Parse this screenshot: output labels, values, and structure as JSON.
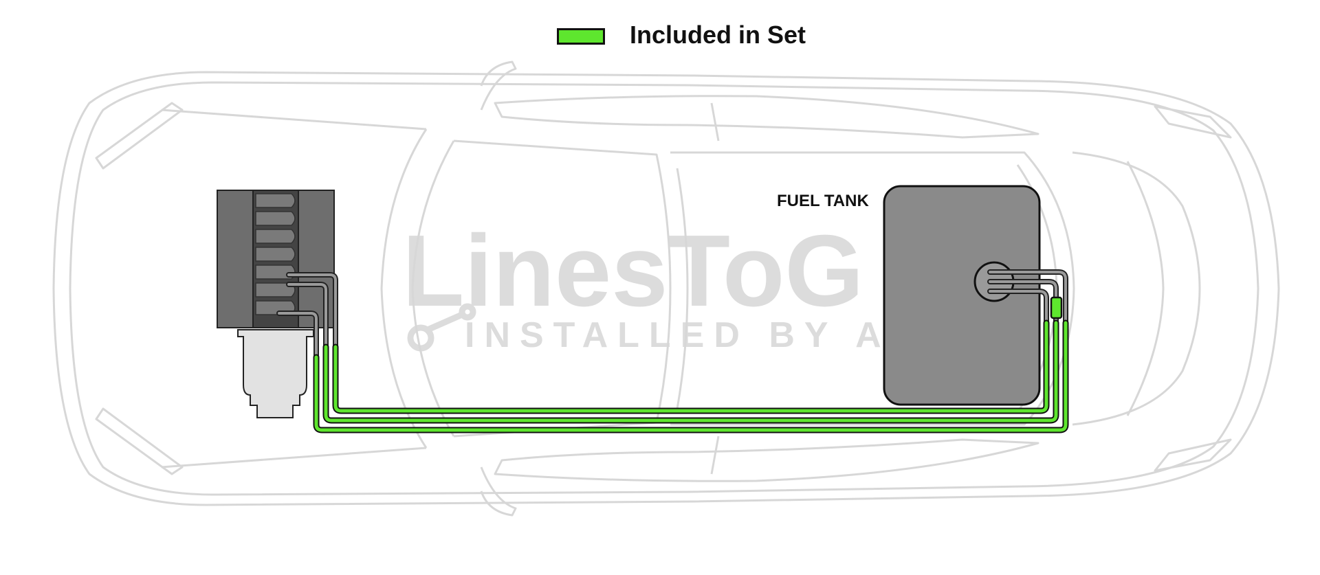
{
  "legend": {
    "label": "Included in Set",
    "color": "#5ee62e"
  },
  "labels": {
    "fuel_tank": "FUEL TANK"
  },
  "watermark": {
    "main": "LinesToG",
    "sub": "INSTALLED BY AL"
  },
  "colors": {
    "car_outline": "#d7d7d7",
    "tank_fill": "#8a8a8a",
    "engine_dark": "#3c3c3c",
    "line_green": "#5ee62e",
    "line_grey": "#8c8c8c",
    "watermark": "#dcdcdc"
  }
}
